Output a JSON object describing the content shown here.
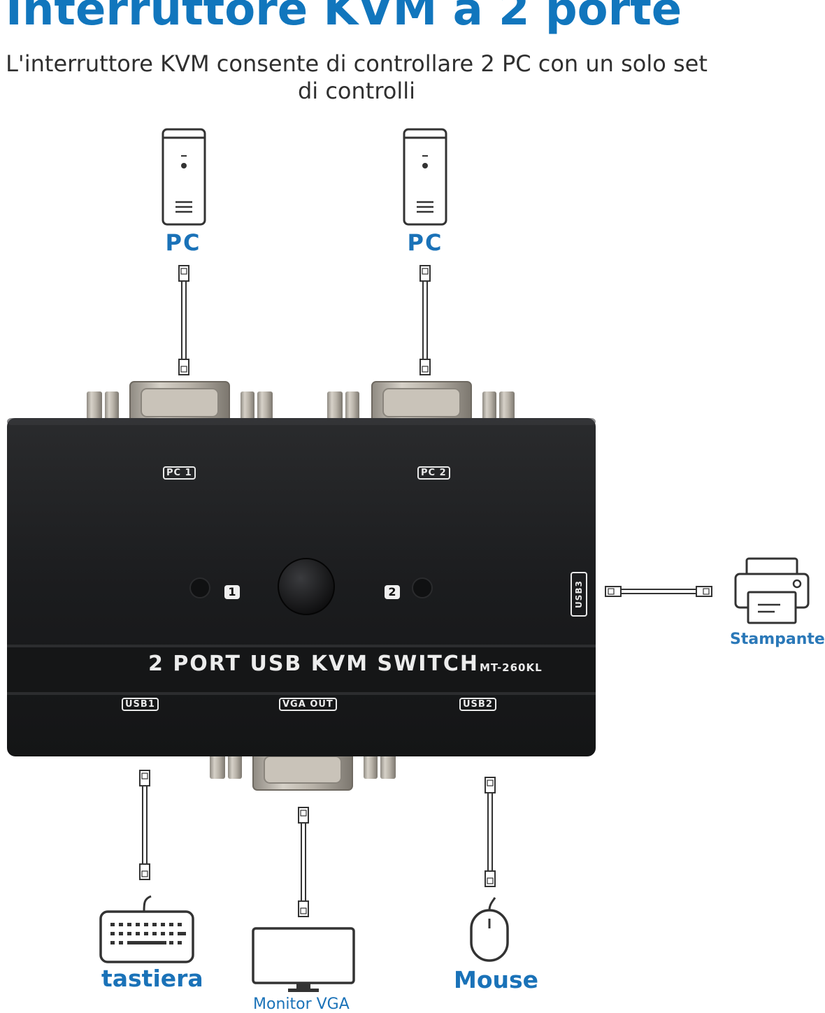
{
  "header": {
    "title": "Interruttore KVM a 2 porte",
    "subtitle": "L'interruttore KVM consente di controllare 2 PC con un solo set di controlli"
  },
  "devices": {
    "pc1_label": "PC",
    "pc2_label": "PC",
    "printer_label": "Stampante",
    "keyboard_label": "tastiera",
    "monitor_label": "Monitor VGA",
    "mouse_label": "Mouse"
  },
  "switch": {
    "model_name": "2 PORT USB KVM SWITCH",
    "model_code": "MT-260KL",
    "port_pc1": "PC 1",
    "port_pc2": "PC 2",
    "port_usb1": "USB1",
    "port_vga_out": "VGA OUT",
    "port_usb2": "USB2",
    "port_usb3": "USB3",
    "indicator_1": "1",
    "indicator_2": "2"
  },
  "colors": {
    "accent": "#1176bd",
    "label_blue": "#1a72b8",
    "device_body": "#1d1e20",
    "icon_stroke": "#333333"
  }
}
